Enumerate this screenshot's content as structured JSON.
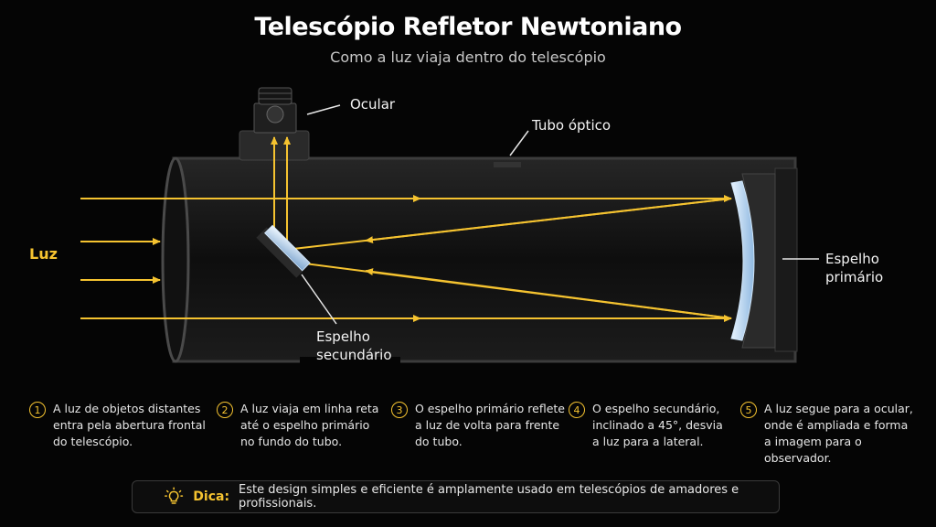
{
  "title": "Telescópio Refletor Newtoniano",
  "subtitle": "Como a luz viaja dentro do telescópio",
  "labels": {
    "light": "Luz",
    "eyepiece": "Ocular",
    "tube": "Tubo óptico",
    "primary_mirror": "Espelho primário",
    "secondary_mirror": "Espelho secundário"
  },
  "steps": [
    {
      "number": "1",
      "text": "A luz de objetos distantes\nentra pela abertura frontal\ndo telescópio."
    },
    {
      "number": "2",
      "text": "A luz viaja em linha reta\naté o espelho primário\nno fundo do tubo."
    },
    {
      "number": "3",
      "text": "O espelho primário reflete\na luz de volta para frente\ndo tubo."
    },
    {
      "number": "4",
      "text": "O espelho secundário,\ninclinado a 45°, desvia\na luz para a lateral."
    },
    {
      "number": "5",
      "text": "A luz segue para a ocular,\nonde é ampliada e forma\na imagem para o observador."
    }
  ],
  "tip": {
    "label": "Dica:",
    "text": "Este design simples e eficiente é amplamente usado em telescópios de amadores e profissionais."
  },
  "colors": {
    "light_ray": "#f5c330",
    "accent": "#f5c330",
    "background": "#050505",
    "tube": "#141414"
  },
  "icons": {
    "tip": "lightbulb-icon"
  }
}
